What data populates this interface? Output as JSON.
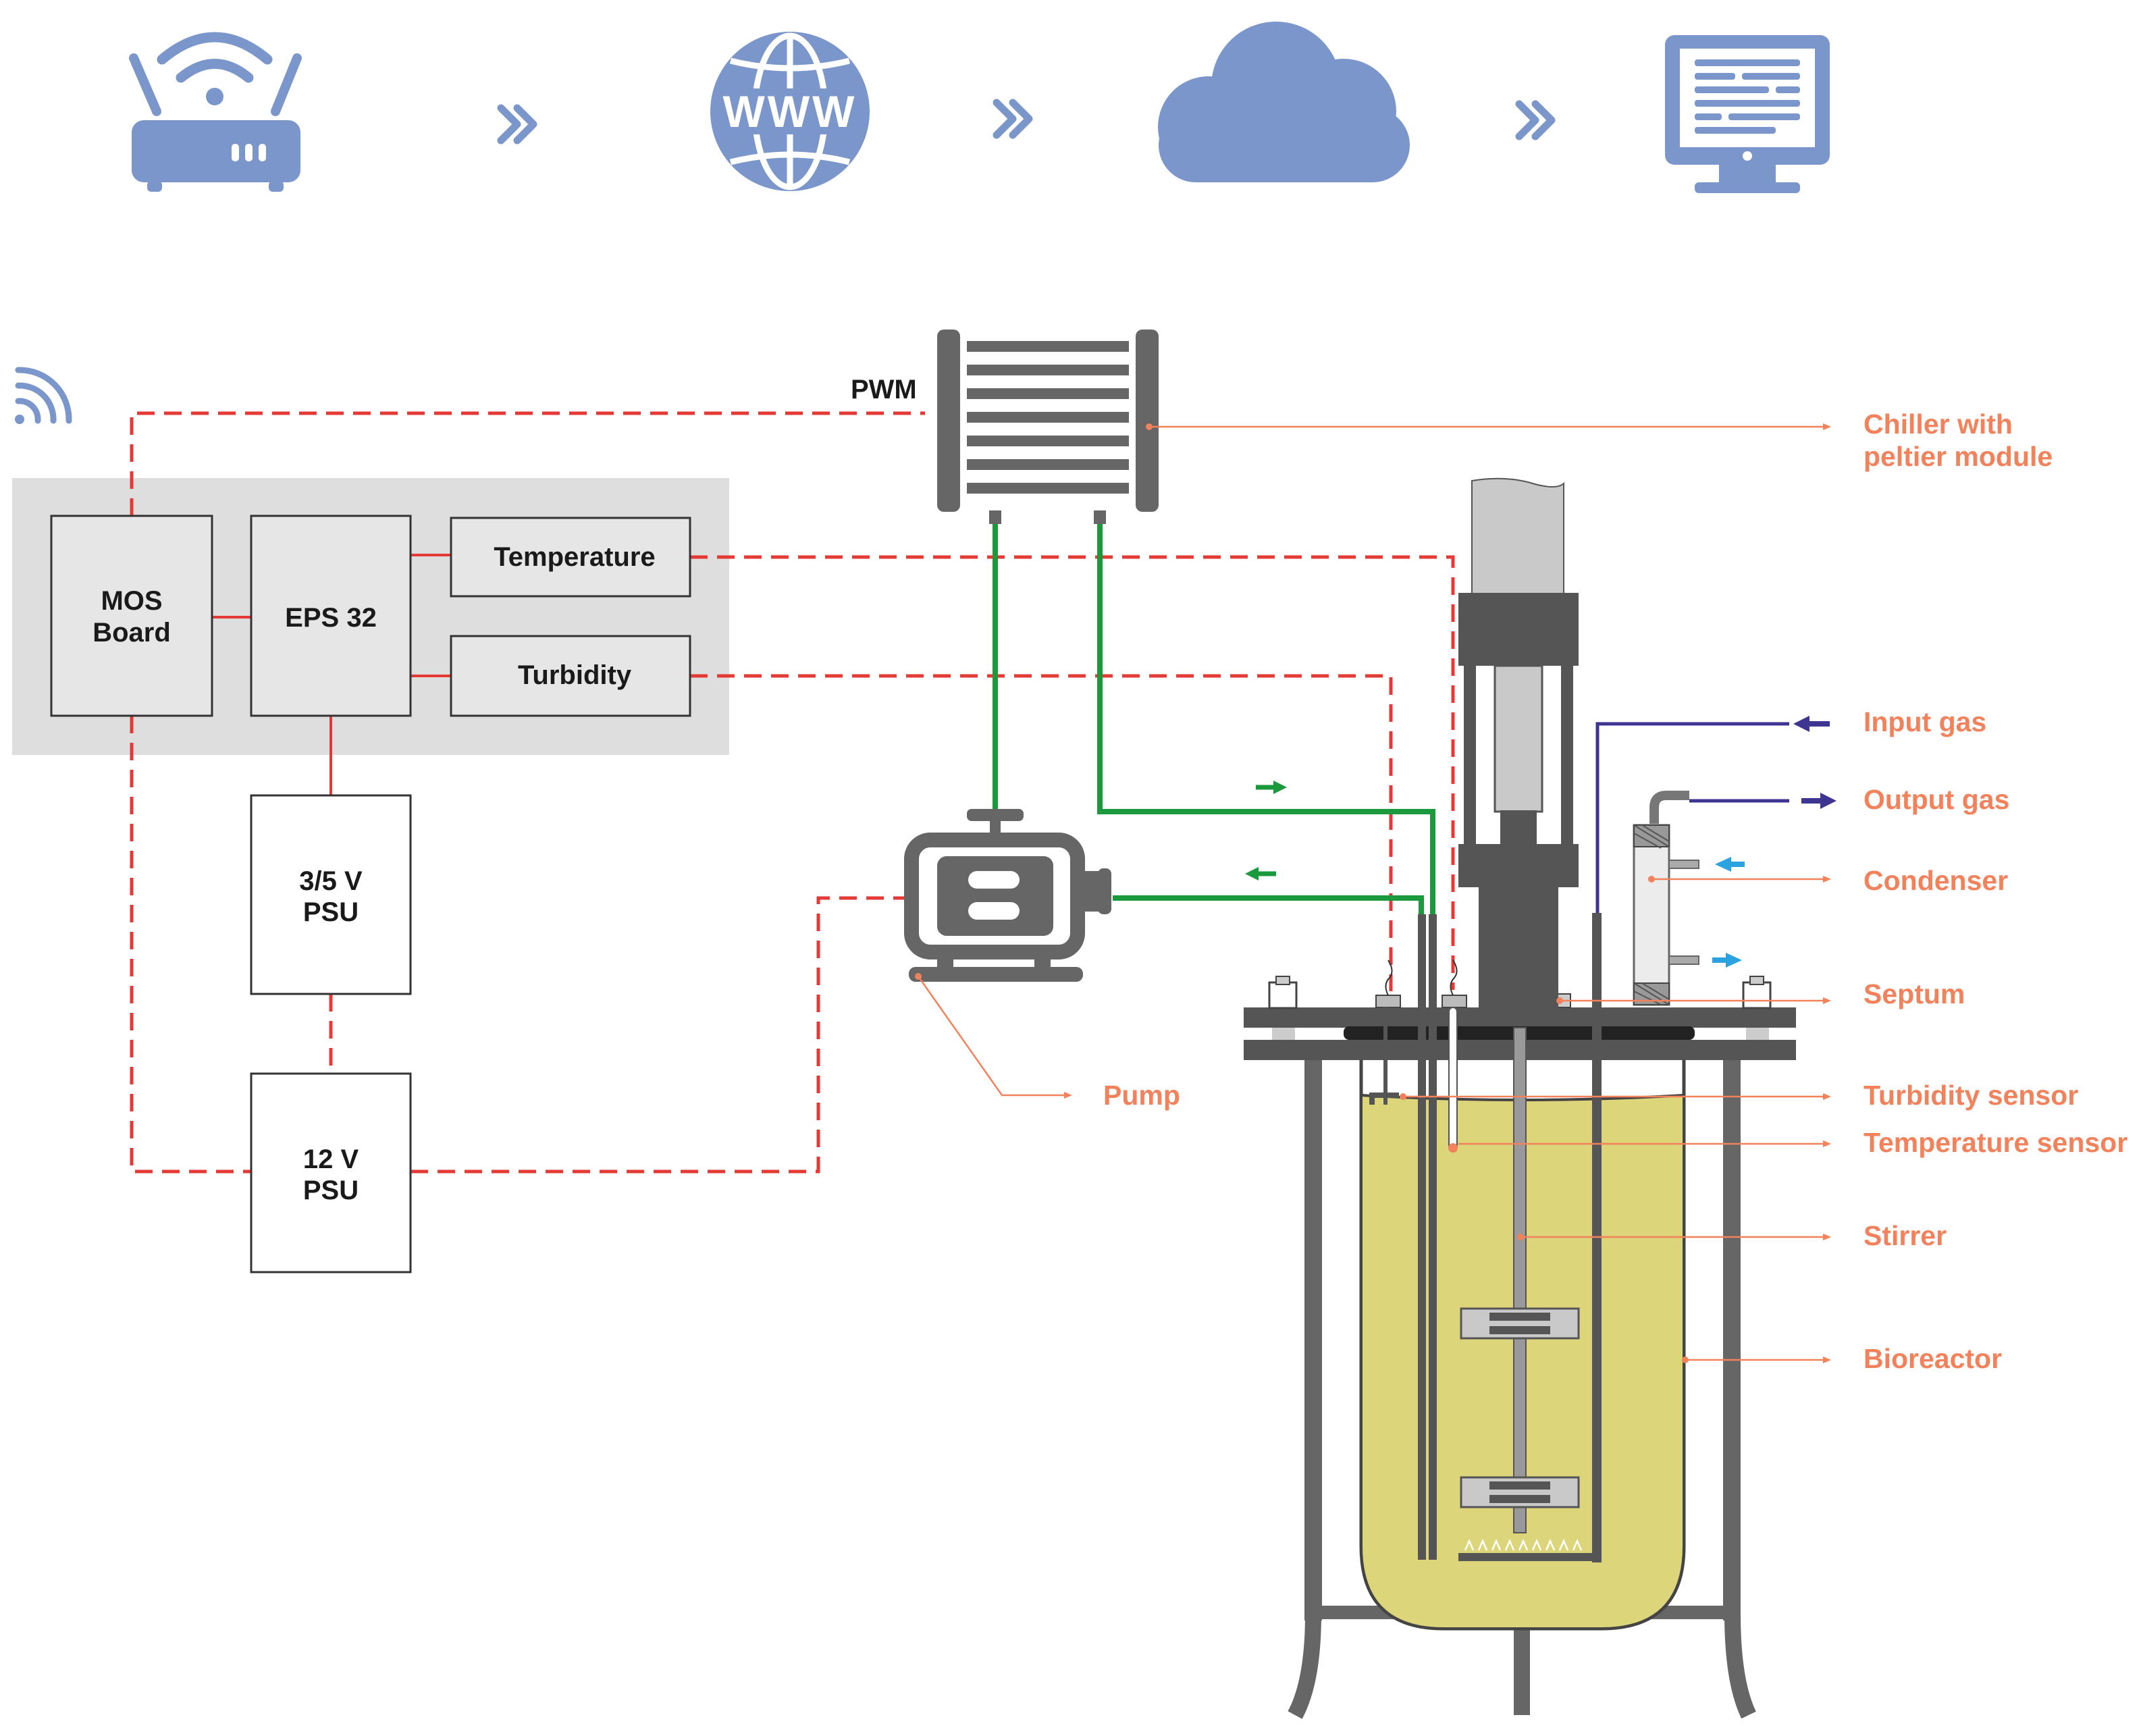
{
  "blocks": {
    "mos_board": [
      "MOS",
      "Board"
    ],
    "eps32": "EPS 32",
    "temperature": "Temperature",
    "turbidity": "Turbidity",
    "psu_35": [
      "3/5 V",
      "PSU"
    ],
    "psu_12": [
      "12 V",
      "PSU"
    ],
    "pwm": "PWM"
  },
  "labels": {
    "chiller": [
      "Chiller with",
      "peltier module"
    ],
    "input_gas": "Input gas",
    "output_gas": "Output gas",
    "condenser": "Condenser",
    "septum": "Septum",
    "turbidity_sensor": "Turbidity sensor",
    "temperature_sensor": "Temperature sensor",
    "stirrer": "Stirrer",
    "bioreactor": "Bioreactor",
    "pump": "Pump"
  },
  "top_icons": [
    "router-icon",
    "www-globe-icon",
    "cloud-icon",
    "monitor-icon"
  ],
  "colors": {
    "icon_blue": "#7a96cb",
    "signal_red": "#e53935",
    "coolant_green": "#1a9a3c",
    "label_orange": "#f2825b",
    "gas_purple": "#3d3591",
    "water_blue": "#2aa3e0",
    "machine_grey": "#666666",
    "liquid_yellow": "#dcd57a",
    "panel_grey": "#dedede"
  }
}
